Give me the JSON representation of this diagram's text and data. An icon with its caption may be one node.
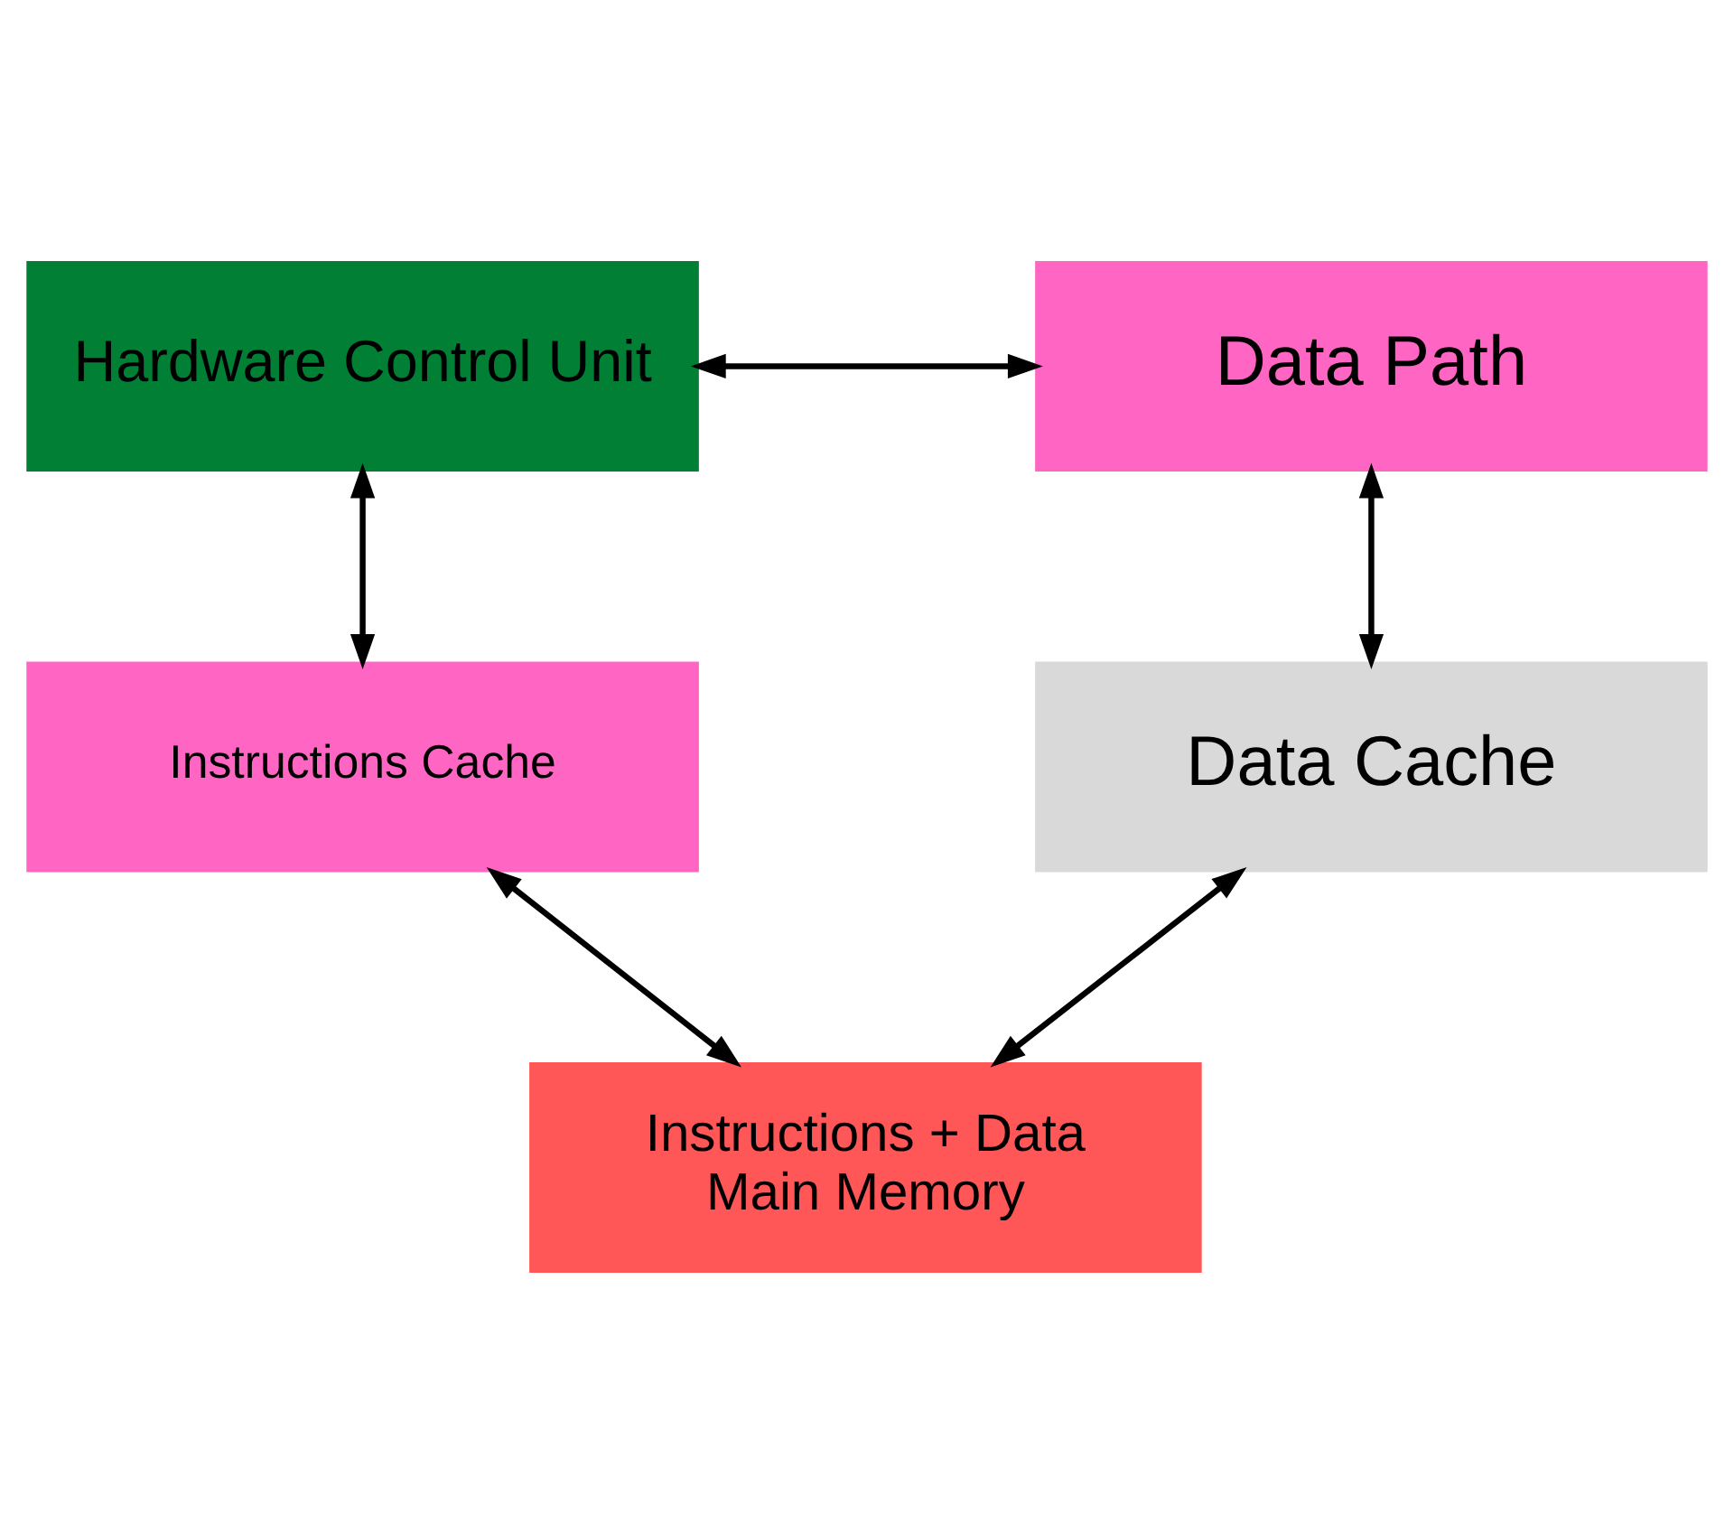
{
  "diagram": {
    "nodes": [
      {
        "text": [
          "Hardware Control Unit"
        ]
      },
      {
        "text": [
          "Data Path"
        ]
      },
      {
        "text": [
          "Instructions Cache"
        ]
      },
      {
        "text": [
          "Data Cache"
        ]
      },
      {
        "text": [
          "Instructions + Data",
          "Main Memory"
        ]
      }
    ],
    "edges": [
      {
        "from": 0,
        "to": 1,
        "arrow": "both"
      },
      {
        "from": 0,
        "to": 2,
        "arrow": "both"
      },
      {
        "from": 1,
        "to": 3,
        "arrow": "both"
      },
      {
        "from": 2,
        "to": 4,
        "arrow": "both"
      },
      {
        "from": 3,
        "to": 4,
        "arrow": "both"
      }
    ]
  }
}
